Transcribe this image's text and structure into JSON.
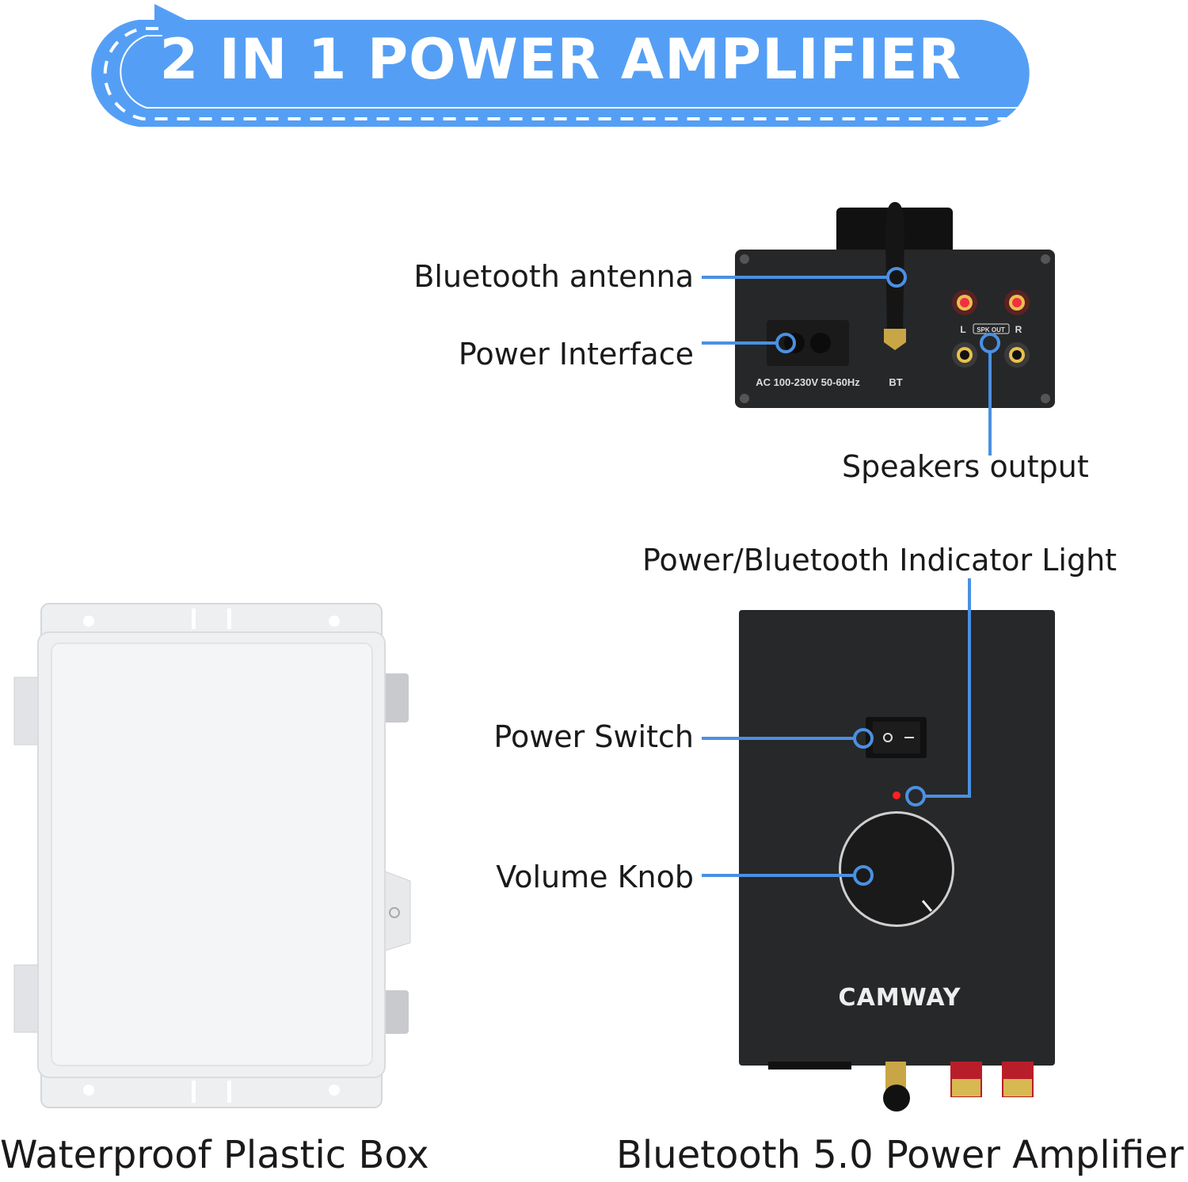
{
  "banner": {
    "title": "2 IN 1 POWER AMPLIFIER",
    "color": "#549ff5"
  },
  "back_panel": {
    "power_rating": "AC 100-230V 50-60Hz",
    "bt_label": "BT",
    "left_label": "L",
    "right_label": "R",
    "spk_label": "SPK OUT"
  },
  "callouts": {
    "bluetooth_antenna": "Bluetooth antenna",
    "power_interface": "Power Interface",
    "speakers_output": "Speakers output",
    "indicator_light": "Power/Bluetooth Indicator Light",
    "power_switch": "Power Switch",
    "volume_knob": "Volume Knob",
    "line_color": "#4a90e2"
  },
  "front_panel": {
    "brand": "CAMWAY",
    "switch_on": "I",
    "switch_off": "O"
  },
  "captions": {
    "box": "Waterproof Plastic Box",
    "amplifier": "Bluetooth 5.0 Power Amplifier"
  }
}
